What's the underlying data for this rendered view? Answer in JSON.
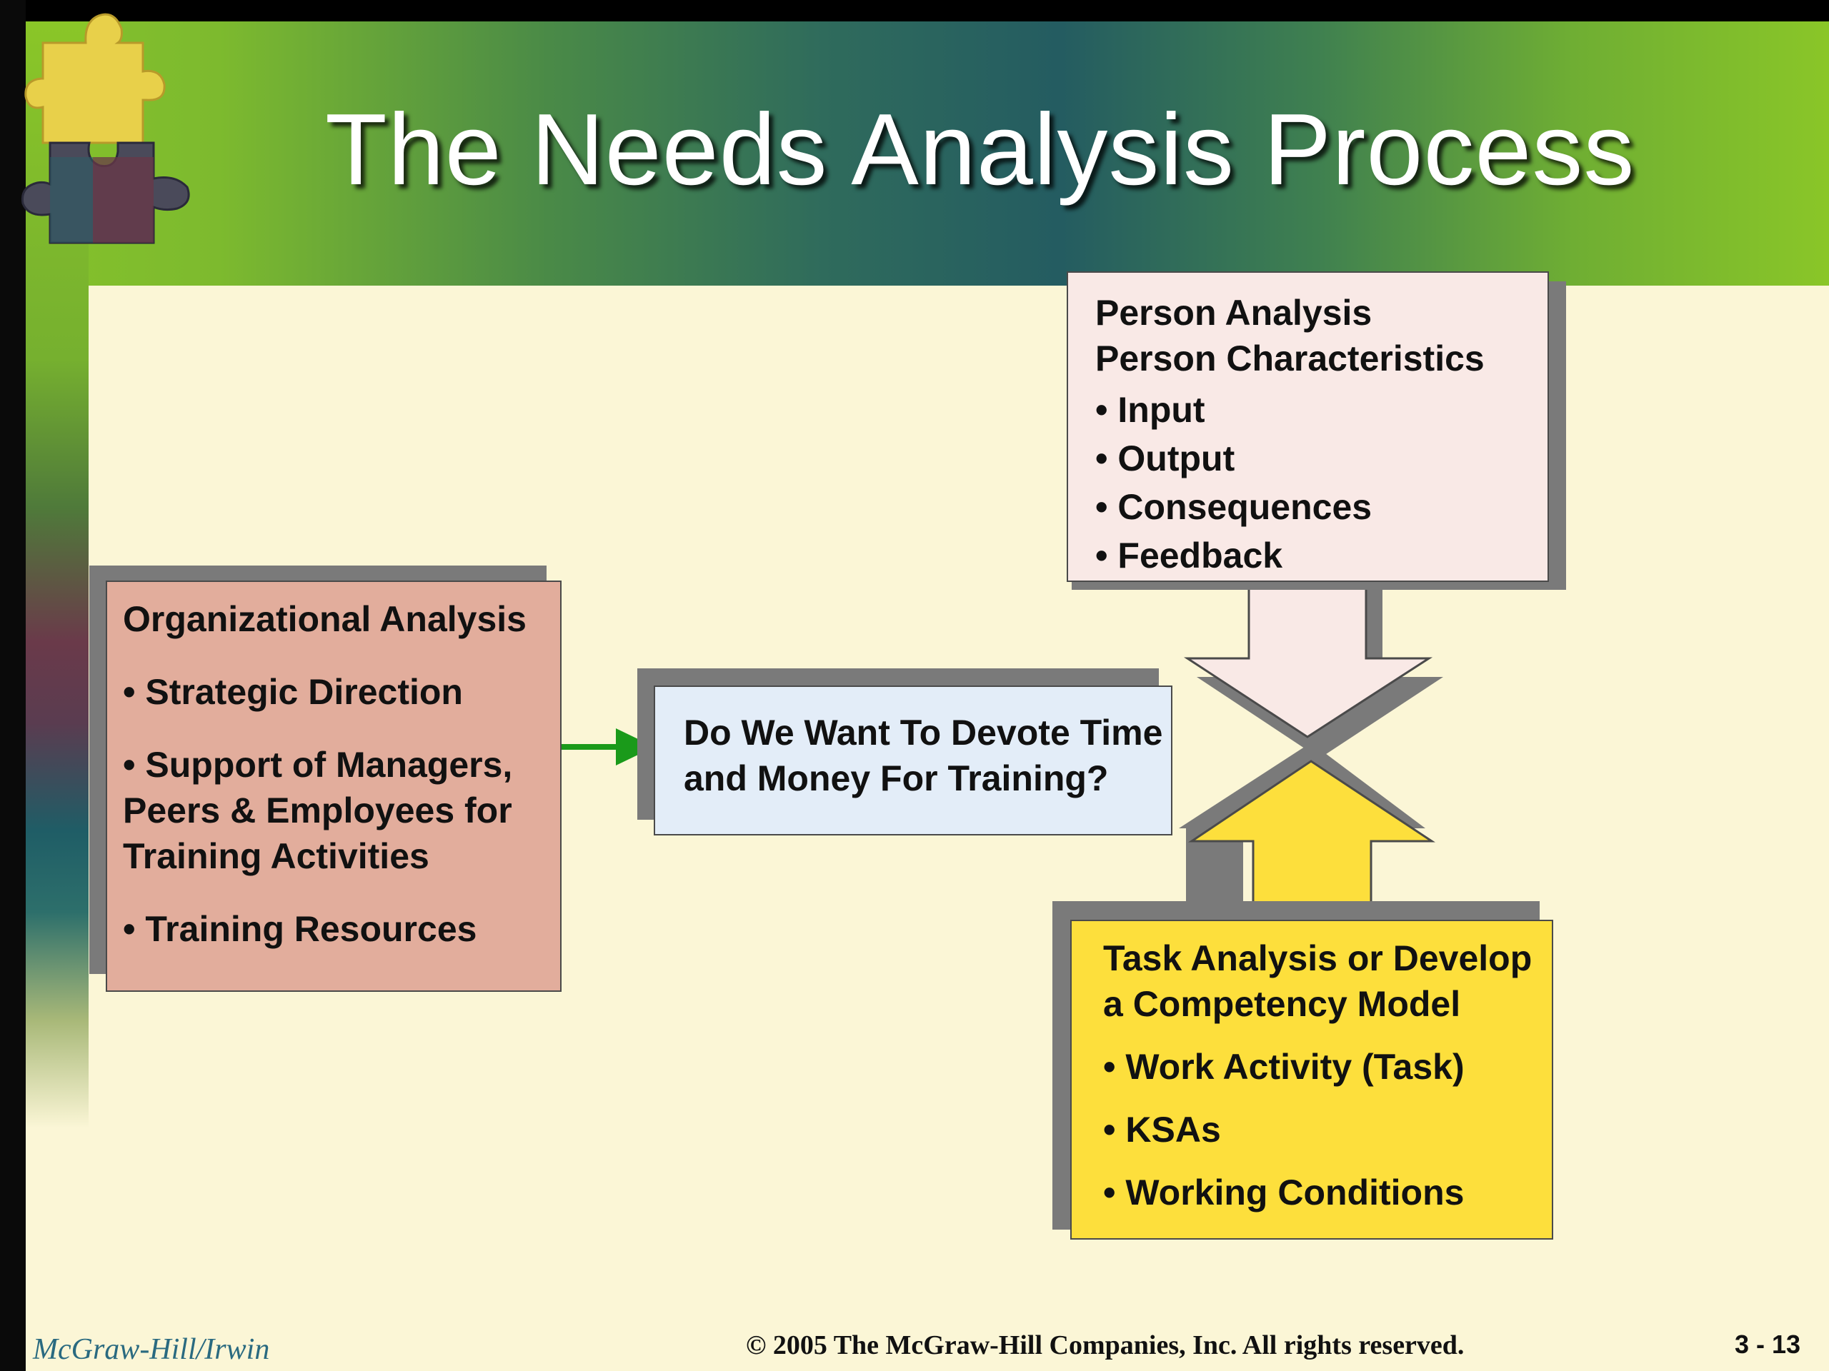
{
  "slide": {
    "title": "The Needs Analysis Process"
  },
  "organizational": {
    "heading": "Organizational Analysis",
    "bullet1": "• Strategic Direction",
    "bullet2_line1": "• Support of Managers,",
    "bullet2_line2": "Peers & Employees for",
    "bullet2_line3": "Training Activities",
    "bullet3": "• Training Resources"
  },
  "decision": {
    "line1": "Do We Want To Devote Time",
    "line2": "and Money For Training?"
  },
  "person": {
    "heading1": "Person Analysis",
    "heading2": "Person Characteristics",
    "bullets": [
      "• Input",
      "• Output",
      "• Consequences",
      "• Feedback"
    ]
  },
  "task": {
    "heading1": "Task Analysis or Develop",
    "heading2": "a Competency Model",
    "bullets": [
      "• Work Activity (Task)",
      "• KSAs",
      "• Working Conditions"
    ]
  },
  "footer": {
    "publisher": "McGraw-Hill/Irwin",
    "copyright": "© 2005 The McGraw-Hill Companies, Inc. All rights reserved.",
    "page": "3 - 13"
  },
  "colors": {
    "org_box": "#e2ad9c",
    "decision_box": "#e3edf8",
    "person_box": "#f9e9e6",
    "task_box": "#fddf3c",
    "connector_arrow": "#1a9a1a",
    "background": "#fbf6d6"
  },
  "icons": {
    "logo": "puzzle-pieces-icon"
  }
}
